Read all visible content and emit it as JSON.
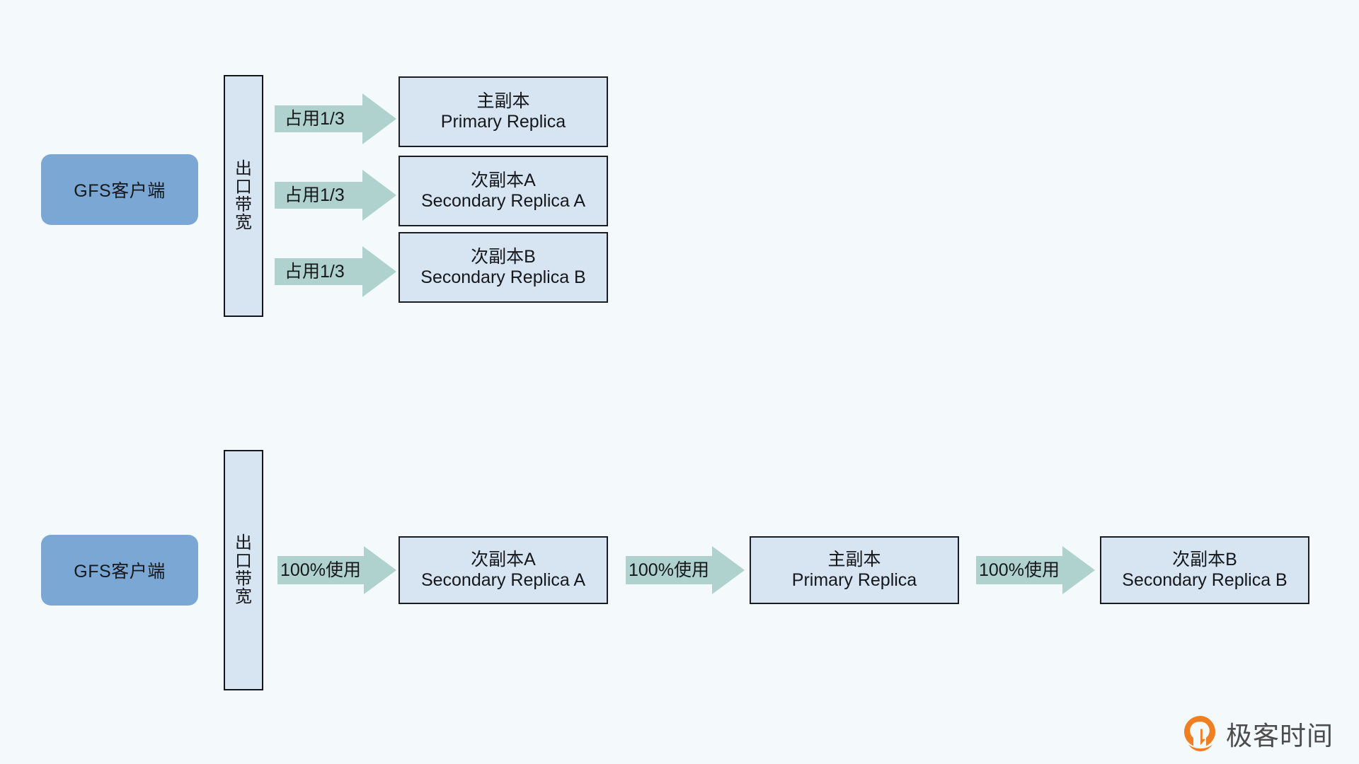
{
  "background_color": "#f4f9fb",
  "palette": {
    "client_fill": "#7ba7d4",
    "bandwidth_fill": "#d7e5f3",
    "replica_fill": "#d7e5f3",
    "arrow_fill": "#b0d2ce",
    "stroke": "#1b1d21",
    "logo_orange": "#ef7f21",
    "logo_text": "#4c4c4c"
  },
  "diagram": {
    "top_scenario": {
      "client_label": "GFS客户端",
      "bandwidth_label": "出口带宽",
      "flows": [
        {
          "arrow_label": "占用1/3",
          "target_cn": "主副本",
          "target_en": "Primary Replica"
        },
        {
          "arrow_label": "占用1/3",
          "target_cn": "次副本A",
          "target_en": "Secondary Replica A"
        },
        {
          "arrow_label": "占用1/3",
          "target_cn": "次副本B",
          "target_en": "Secondary Replica B"
        }
      ]
    },
    "bottom_scenario": {
      "client_label": "GFS客户端",
      "bandwidth_label": "出口带宽",
      "chain": [
        {
          "arrow_label": "100%使用",
          "node_cn": "次副本A",
          "node_en": "Secondary Replica A"
        },
        {
          "arrow_label": "100%使用",
          "node_cn": "主副本",
          "node_en": "Primary Replica"
        },
        {
          "arrow_label": "100%使用",
          "node_cn": "次副本B",
          "node_en": "Secondary Replica B"
        }
      ]
    }
  },
  "logo": {
    "mark_name": "geektime-logo-mark",
    "text": "极客时间"
  }
}
